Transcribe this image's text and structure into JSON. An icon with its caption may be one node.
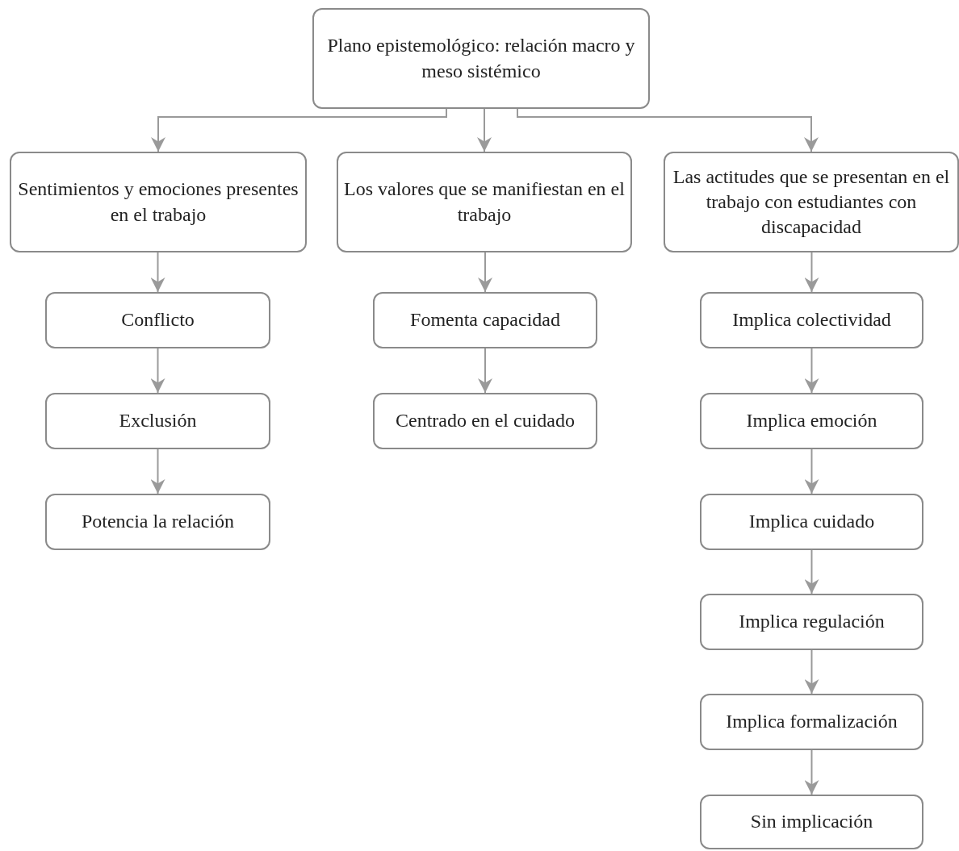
{
  "diagram": {
    "nodes": [
      {
        "text": [
          "Plano epistemológico: relación macro y meso sistémico"
        ]
      },
      {
        "text": [
          "Sentimientos y emociones presentes en el trabajo"
        ]
      },
      {
        "text": [
          "Los valores que se manifiestan en el trabajo"
        ]
      },
      {
        "text": [
          "Las actitudes que se presentan en el trabajo con estudiantes con discapacidad"
        ]
      },
      {
        "text": [
          "Conflicto"
        ]
      },
      {
        "text": [
          "Exclusión"
        ]
      },
      {
        "text": [
          "Potencia la relación"
        ]
      },
      {
        "text": [
          "Fomenta capacidad"
        ]
      },
      {
        "text": [
          "Centrado en el cuidado"
        ]
      },
      {
        "text": [
          "Implica colectividad"
        ]
      },
      {
        "text": [
          "Implica emoción"
        ]
      },
      {
        "text": [
          "Implica cuidado"
        ]
      },
      {
        "text": [
          "Implica regulación"
        ]
      },
      {
        "text": [
          "Implica formalización"
        ]
      },
      {
        "text": [
          "Sin implicación"
        ]
      }
    ],
    "edges": [
      {
        "from": 0,
        "to": 1,
        "arrow": "to"
      },
      {
        "from": 0,
        "to": 2,
        "arrow": "to"
      },
      {
        "from": 0,
        "to": 3,
        "arrow": "to"
      },
      {
        "from": 1,
        "to": 4,
        "arrow": "to"
      },
      {
        "from": 4,
        "to": 5,
        "arrow": "to"
      },
      {
        "from": 5,
        "to": 6,
        "arrow": "to"
      },
      {
        "from": 2,
        "to": 7,
        "arrow": "to"
      },
      {
        "from": 7,
        "to": 8,
        "arrow": "to"
      },
      {
        "from": 3,
        "to": 9,
        "arrow": "to"
      },
      {
        "from": 9,
        "to": 10,
        "arrow": "to"
      },
      {
        "from": 10,
        "to": 11,
        "arrow": "to"
      },
      {
        "from": 11,
        "to": 12,
        "arrow": "to"
      },
      {
        "from": 12,
        "to": 13,
        "arrow": "to"
      },
      {
        "from": 13,
        "to": 14,
        "arrow": "to"
      }
    ]
  }
}
